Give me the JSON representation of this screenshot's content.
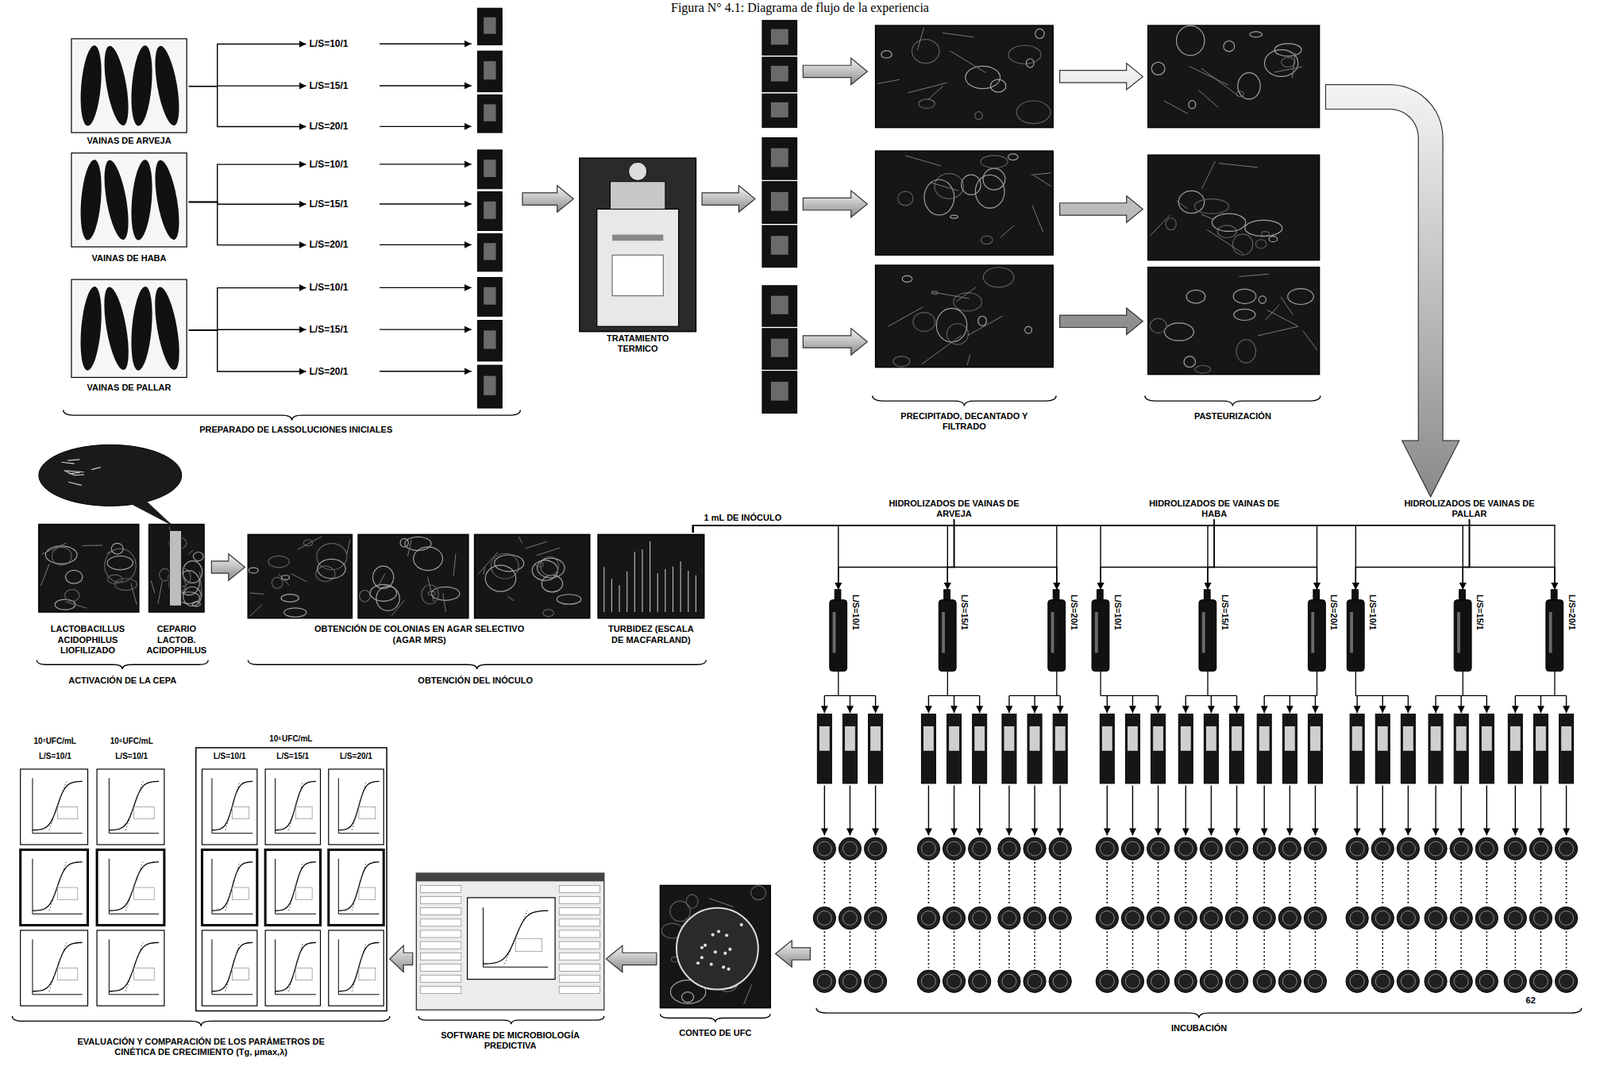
{
  "diagram": {
    "title": "Figura N° 4.1: Diagrama de flujo de la experiencia",
    "nodes": [
      {
        "text": [
          "VAINAS DE ARVEJA"
        ]
      },
      {
        "text": [
          "L/S=10/1"
        ]
      },
      {
        "text": [
          "L/S=15/1"
        ]
      },
      {
        "text": [
          "L/S=20/1"
        ]
      },
      {
        "text": [
          "VAINAS DE HABA"
        ]
      },
      {
        "text": [
          "L/S=10/1"
        ]
      },
      {
        "text": [
          "L/S=15/1"
        ]
      },
      {
        "text": [
          "L/S=20/1"
        ]
      },
      {
        "text": [
          "VAINAS DE PALLAR"
        ]
      },
      {
        "text": [
          "L/S=10/1"
        ]
      },
      {
        "text": [
          "L/S=15/1"
        ]
      },
      {
        "text": [
          "L/S=20/1"
        ]
      },
      {
        "text": [
          "TRATAMIENTO TERMICO"
        ]
      },
      {
        "text": [
          "PRECIPITADO, DECANTADO Y FILTRADO"
        ]
      },
      {
        "text": [
          "PASTEURIZACIÓN"
        ]
      },
      {
        "text": [
          "LACTOBACILLUS ACIDOPHILUS LIOFILIZADO"
        ]
      },
      {
        "text": [
          "CEPARIO LACTOB. ACIDOPHILUS"
        ]
      },
      {
        "text": [
          "OBTENCIÓN DE COLONIAS EN AGAR SELECTIVO (AGAR MRS)"
        ]
      },
      {
        "text": [
          "TURBIDEZ (ESCALA DE MACFARLAND)"
        ]
      },
      {
        "text": [
          "HIDROLIZADOS DE VAINAS DE ARVEJA"
        ]
      },
      {
        "text": [
          "HIDROLIZADOS DE VAINAS DE HABA"
        ]
      },
      {
        "text": [
          "HIDROLIZADOS DE VAINAS DE PALLAR"
        ]
      },
      {
        "text": [
          "L/S=10/1"
        ]
      },
      {
        "text": [
          "L/S=15/1"
        ]
      },
      {
        "text": [
          "L/S=20/1"
        ]
      },
      {
        "text": [
          "L/S=10/1"
        ]
      },
      {
        "text": [
          "L/S=15/1"
        ]
      },
      {
        "text": [
          "L/S=20/1"
        ]
      },
      {
        "text": [
          "L/S=10/1"
        ]
      },
      {
        "text": [
          "L/S=15/1"
        ]
      },
      {
        "text": [
          "L/S=20/1"
        ]
      },
      {
        "text": [
          "CONTEO DE UFC"
        ]
      },
      {
        "text": [
          "SOFTWARE DE MICROBIOLOGÍA PREDICTIVA"
        ]
      },
      {
        "text": [
          "EVALUACIÓN Y COMPARACIÓN DE LOS PARÁMETROS DE CINÉTICA DE CRECIMIENTO (Tg, μmax,λ)"
        ]
      }
    ],
    "edges": [
      {
        "from": 0,
        "to": 1,
        "arrow": "to"
      },
      {
        "from": 0,
        "to": 2,
        "arrow": "to"
      },
      {
        "from": 0,
        "to": 3,
        "arrow": "to"
      },
      {
        "from": 4,
        "to": 5,
        "arrow": "to"
      },
      {
        "from": 4,
        "to": 6,
        "arrow": "to"
      },
      {
        "from": 4,
        "to": 7,
        "arrow": "to"
      },
      {
        "from": 8,
        "to": 9,
        "arrow": "to"
      },
      {
        "from": 8,
        "to": 10,
        "arrow": "to"
      },
      {
        "from": 8,
        "to": 11,
        "arrow": "to"
      },
      {
        "from": 13,
        "to": 14,
        "arrow": "to"
      },
      {
        "from": 14,
        "to": 21,
        "arrow": "to"
      },
      {
        "from": 16,
        "to": 17,
        "arrow": "to"
      },
      {
        "from": 19,
        "to": 22,
        "arrow": "to"
      },
      {
        "from": 19,
        "to": 23,
        "arrow": "to"
      },
      {
        "from": 19,
        "to": 24,
        "arrow": "to"
      },
      {
        "from": 20,
        "to": 25,
        "arrow": "to"
      },
      {
        "from": 20,
        "to": 26,
        "arrow": "to"
      },
      {
        "from": 20,
        "to": 27,
        "arrow": "to"
      },
      {
        "from": 21,
        "to": 28,
        "arrow": "to"
      },
      {
        "from": 21,
        "to": 29,
        "arrow": "to"
      },
      {
        "from": 21,
        "to": 30,
        "arrow": "to"
      },
      {
        "from": 18,
        "to": 22,
        "arrow": "to",
        "label": "1 mL DE INÓCULO"
      },
      {
        "from": 18,
        "to": 23,
        "arrow": "to"
      },
      {
        "from": 18,
        "to": 24,
        "arrow": "to"
      },
      {
        "from": 18,
        "to": 25,
        "arrow": "to"
      },
      {
        "from": 18,
        "to": 26,
        "arrow": "to"
      },
      {
        "from": 18,
        "to": 27,
        "arrow": "to"
      },
      {
        "from": 18,
        "to": 28,
        "arrow": "to"
      },
      {
        "from": 18,
        "to": 29,
        "arrow": "to"
      },
      {
        "from": 18,
        "to": 30,
        "arrow": "to"
      },
      {
        "from": 31,
        "to": 32,
        "arrow": "to"
      },
      {
        "from": 32,
        "to": 33,
        "arrow": "to"
      }
    ],
    "labels": [
      "PREPARADO DE LASSOLUCIONES INICIALES",
      "ACTIVACIÓN DE LA CEPA",
      "OBTENCIÓN DEL INÓCULO",
      "10⁷UFC/mL",
      "L/S=10/1",
      "10⁶UFC/mL",
      "L/S=10/1",
      "10⁵UFC/mL",
      "L/S=10/1",
      "L/S=15/1",
      "L/S=20/1",
      "INCUBACIÓN",
      "62"
    ]
  }
}
